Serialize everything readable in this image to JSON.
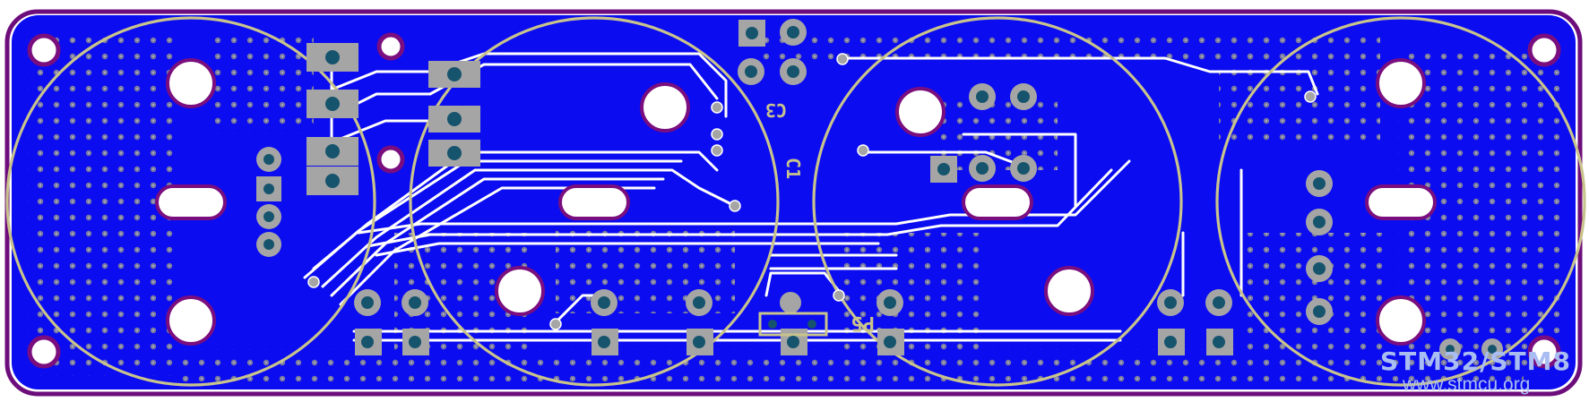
{
  "board": {
    "copper_color": "#0b0cf0",
    "outline_color": "#6d0d7c",
    "silkscreen_color": "#c9c38c",
    "pad_color": "#a5a5a5",
    "trace_color": "#ffffff",
    "via_color": "#8e8e8e",
    "mount_hole_color": "#7a0e7e"
  },
  "silkscreen": {
    "ref_top": "C3",
    "ref_mid": "C1",
    "ref_bottom": "P5"
  },
  "watermark": {
    "line1": "STM32/STM8",
    "line2": "www.stmcu.org"
  },
  "icons": {
    "watermark_logo": "stmcu-watermark"
  }
}
